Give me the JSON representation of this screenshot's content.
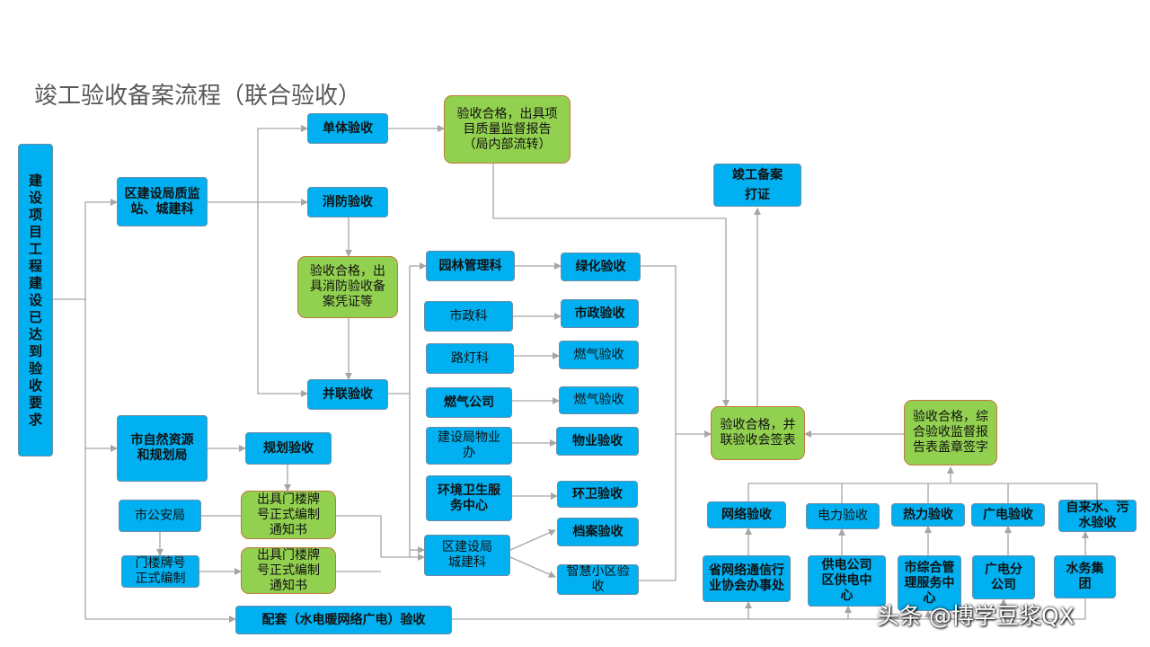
{
  "title": "竣工验收备案流程（联合验收）",
  "colors": {
    "blue_box": "#00b0f0",
    "green_box": "#92d050",
    "connector": "#a6a6a6",
    "title_text": "#595959"
  },
  "nodes": {
    "start": "建设项目工程建设已达到验收要求",
    "district_quality": "区建设局质监站、城建科",
    "single_acceptance": "单体验收",
    "fire_acceptance": "消防验收",
    "quality_report": "验收合格，出具项目质量监督报告（局内部流转）",
    "fire_certificate": "验收合格，出具消防验收备案凭证等",
    "joint_acceptance": "并联验收",
    "completion_filing": "竣工备案\n打证",
    "garden_dept": "园林管理科",
    "greening_acceptance": "绿化验收",
    "municipal_dept": "市政科",
    "municipal_acceptance": "市政验收",
    "streetlight_dept": "路灯科",
    "gas_acceptance_1": "燃气验收",
    "gas_company": "燃气公司",
    "gas_acceptance_2": "燃气验收",
    "property_office": "建设局物业办",
    "property_acceptance": "物业验收",
    "sanitation_center": "环境卫生服务中心",
    "sanitation_acceptance": "环卫验收",
    "natural_resources": "市自然资源和规划局",
    "planning_acceptance": "规划验收",
    "house_number_notice_1": "出具门楼牌号正式编制通知书",
    "public_security": "市公安局",
    "house_number_making": "门楼牌号正式编制",
    "house_number_notice_2": "出具门楼牌号正式编制通知书",
    "district_urban_dept": "区建设局城建科",
    "archive_acceptance": "档案验收",
    "smart_community_acceptance": "智慧小区验收",
    "joint_sign_form": "验收合格，并联验收会签表",
    "comprehensive_report": "验收合格，综合验收监督报告表盖章签字",
    "network_acceptance": "网络验收",
    "power_acceptance": "电力验收",
    "heat_acceptance": "热力验收",
    "broadcast_acceptance": "广电验收",
    "water_acceptance": "自来水、污水验收",
    "telecom_association": "省网络通信行业协会办事处",
    "power_supply_center": "供电公司区供电中心",
    "municipal_service_center": "市综合管理服务中心",
    "broadcast_branch": "广电分公司",
    "water_group": "水务集团",
    "utilities_acceptance": "配套（水电暖网络广电）验收"
  },
  "watermark": "头条 @博学豆浆QX"
}
